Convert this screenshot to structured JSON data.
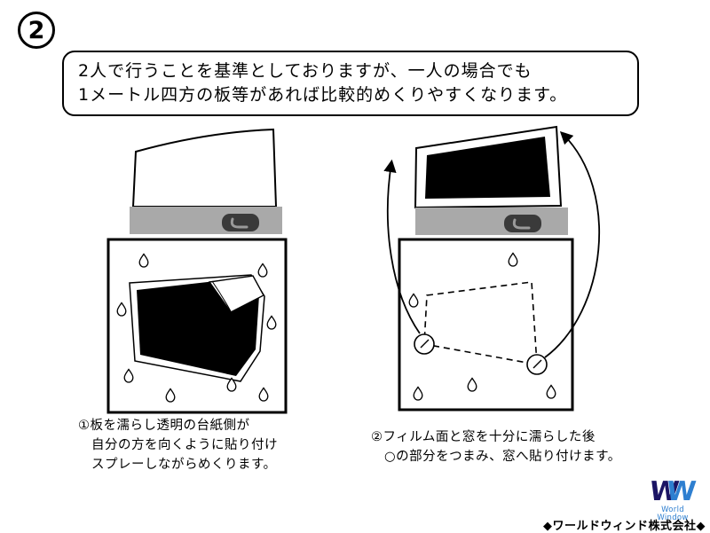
{
  "page": {
    "step_badge": "2"
  },
  "callout": {
    "line1": "2人で行うことを基準としておりますが、一人の場合でも",
    "line2": "1メートル四方の板等があれば比較的めくりやすくなります。"
  },
  "captions": {
    "step1": {
      "line1": "①板を濡らし透明の台紙側が",
      "line2": "自分の方を向くように貼り付け",
      "line3": "スプレーしながらめくります。"
    },
    "step2": {
      "line1": "②フィルム面と窓を十分に濡らした後",
      "line2": "○の部分をつまみ、窓へ貼り付けます。"
    }
  },
  "footer": {
    "logo_w1": "W",
    "logo_w2": "W",
    "logo_subtitle": "World Window",
    "company": "◆ワールドウィンド株式会社◆"
  },
  "icons": {
    "water_drop": "teardrop-outline",
    "handle": "dark-rounded-handle",
    "arrow": "curved-black-arrow",
    "pinch_marker": "circle-with-tick"
  },
  "colors": {
    "logo_navy": "#1b1464",
    "logo_blue": "#2e7fd0",
    "bar_gray": "#a9a9a9",
    "film_black": "#000000"
  }
}
